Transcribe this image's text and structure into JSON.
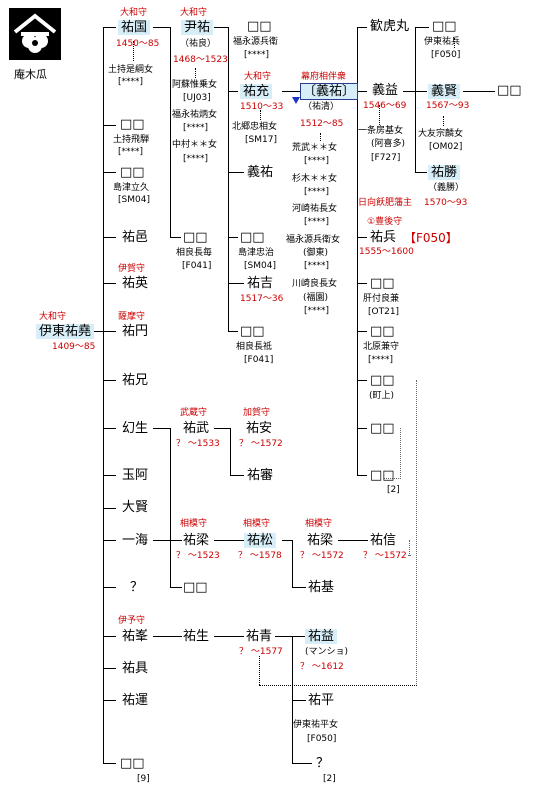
{
  "crest": {
    "icon": "iori-mokko-crest-icon",
    "label": "庵木瓜"
  },
  "people": {
    "suketaka": {
      "title": "大和守",
      "name": "伊東祐堯",
      "years": "1409～85"
    },
    "sukekuni": {
      "title": "大和守",
      "name": "祐国",
      "years": "1450～85"
    },
    "sukekuni_wife": {
      "name": "土持是綱女",
      "ref": "[****]"
    },
    "c_2": {
      "name": "□□",
      "note": "土持飛騨",
      "ref": "[****]"
    },
    "c_3": {
      "name": "□□",
      "note": "島津立久",
      "ref": "[SM04]"
    },
    "c_4": {
      "name": "祐邑"
    },
    "c_5": {
      "title": "伊賀守",
      "name": "祐英"
    },
    "c_6": {
      "title": "薩摩守",
      "name": "祐円"
    },
    "c_7": {
      "name": "祐兄"
    },
    "c_8": {
      "name": "幻生"
    },
    "c_9": {
      "name": "玉阿"
    },
    "c_10": {
      "name": "大賢"
    },
    "c_11": {
      "name": "一海"
    },
    "c_12": {
      "name": "？"
    },
    "c_13": {
      "title": "伊予守",
      "name": "祐峯"
    },
    "c_14": {
      "name": "祐具"
    },
    "c_15": {
      "name": "祐運"
    },
    "c_16": {
      "name": "□□",
      "ref": "[9]"
    },
    "tadasuke": {
      "title": "大和守",
      "name": "尹祐",
      "alias": "（祐良）",
      "years": "1468～1523"
    },
    "tadasuke_w1": {
      "name": "阿蘇惟乗女",
      "ref": "[UJ03]"
    },
    "tadasuke_w2": {
      "name": "福永祐炳女",
      "ref": "[****]"
    },
    "tadasuke_w3": {
      "name": "中村＊＊女",
      "ref": "[****]"
    },
    "suketada_uncle": {
      "name": "□□",
      "note": "福永源兵衛",
      "ref": "[****]"
    },
    "sukemitsu": {
      "title": "大和守",
      "name": "祐充",
      "years": "1510～33"
    },
    "sukemitsu_wife": {
      "name": "北郷忠相女",
      "ref": "[SM17]"
    },
    "yoshisuke_b": {
      "name": "義祐"
    },
    "t_4": {
      "name": "□□",
      "note": "島津忠治",
      "ref": "[SM04]"
    },
    "t_5": {
      "name": "祐吉",
      "years": "1517～36"
    },
    "t_6": {
      "name": "□□",
      "note": "相良長祗",
      "ref": "[F041]"
    },
    "m_1": {
      "name": "□□",
      "note": "相良長毎",
      "ref": "[F041]"
    },
    "yoshisuke": {
      "title": "幕府相伴衆",
      "name": "〔義祐〕",
      "alias": "（祐清）",
      "years": "1512～85"
    },
    "ys_w1": {
      "name": "荒武＊＊女",
      "ref": "[****]"
    },
    "ys_w2": {
      "name": "杉木＊＊女",
      "ref": "[****]"
    },
    "ys_w3": {
      "name": "河崎祐長女",
      "ref": "[****]"
    },
    "ys_w4": {
      "name": "福永源兵衛女",
      "alias": "(御東)",
      "ref": "[****]"
    },
    "ys_w5": {
      "name": "川崎良長女",
      "alias": "(福園)",
      "ref": "[****]"
    },
    "kotoramaru": {
      "name": "歓虎丸"
    },
    "yoshimasu": {
      "name": "義益",
      "years": "1546～69",
      "wife": "一条房基女",
      "wife_alias": "(阿喜多)",
      "wife_ref": "[F727]"
    },
    "yoshikata": {
      "name": "義賢",
      "years": "1567～93",
      "wife": "大友宗麟女",
      "wife_ref": "[OM02]"
    },
    "yk_child": {
      "name": "□□"
    },
    "ym_c1": {
      "name": "□□",
      "note": "伊東祐兵",
      "ref": "[F050]"
    },
    "sukekatsu": {
      "name": "祐勝",
      "alias": "（義勝）",
      "years": "1570～93"
    },
    "suketake": {
      "banner": "日向飫肥藩主",
      "title": "①豊後守",
      "name": "祐兵",
      "link": "【F050】",
      "years": "1555～1600"
    },
    "ys_c2": {
      "name": "□□",
      "note": "肝付良兼",
      "ref": "[OT21]"
    },
    "ys_c3": {
      "name": "□□",
      "note": "北原兼守",
      "ref": "[****]"
    },
    "ys_c4": {
      "name": "□□",
      "alias": "(町上)"
    },
    "ys_c5": {
      "name": "□□"
    },
    "ys_c6": {
      "name": "□□",
      "ref": "[2]"
    },
    "suketake2": {
      "title": "武蔵守",
      "name": "祐武",
      "years": "？ ～1533"
    },
    "sukeyasu": {
      "title": "加賀守",
      "name": "祐安",
      "years": "？ ～1572"
    },
    "sukeshin": {
      "name": "祐審"
    },
    "sukeyana1": {
      "title": "相模守",
      "name": "祐梁",
      "years": "？ ～1523"
    },
    "sukematsu": {
      "title": "相模守",
      "name": "祐松",
      "years": "？ ～1578"
    },
    "sukeyana2": {
      "title": "相模守",
      "name": "祐梁",
      "years": "？ ～1572"
    },
    "sukenobu": {
      "name": "祐信",
      "years": "？ ～1572"
    },
    "sukemoto": {
      "name": "祐基"
    },
    "q_child": {
      "name": "□□"
    },
    "sukesei": {
      "name": "祐生"
    },
    "sukeao": {
      "name": "祐青",
      "years": "？ ～1577"
    },
    "sukemasu": {
      "name": "祐益",
      "alias": "(マンショ)",
      "years": "？ ～1612"
    },
    "sukehira": {
      "name": "祐平",
      "wife": "伊東祐平女",
      "wife_ref": "[F050]"
    },
    "sa_c2": {
      "name": "？",
      "ref": "[2]"
    }
  }
}
